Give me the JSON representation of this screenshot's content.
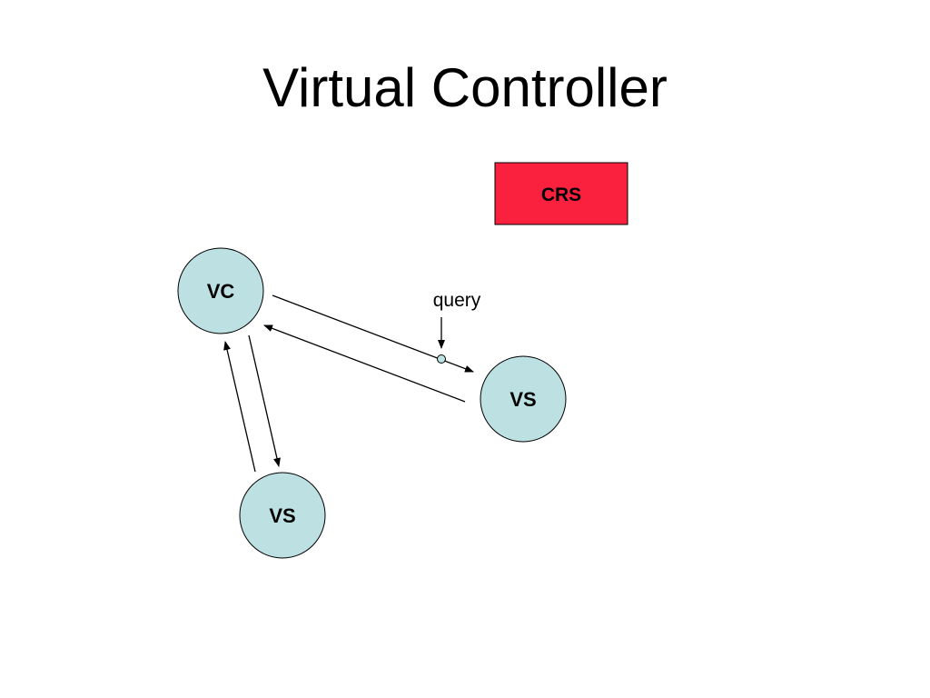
{
  "slide": {
    "title": "Virtual Controller"
  },
  "diagram": {
    "nodes": {
      "vc": {
        "label": "VC"
      },
      "vs_right": {
        "label": "VS"
      },
      "vs_bottom": {
        "label": "VS"
      },
      "crs": {
        "label": "CRS"
      }
    },
    "annotation": {
      "label": "query"
    }
  },
  "colors": {
    "node_fill": "#bde0e3",
    "crs_fill": "#f9213e",
    "stroke": "#000000",
    "query_dot_fill": "#bde0e3"
  }
}
